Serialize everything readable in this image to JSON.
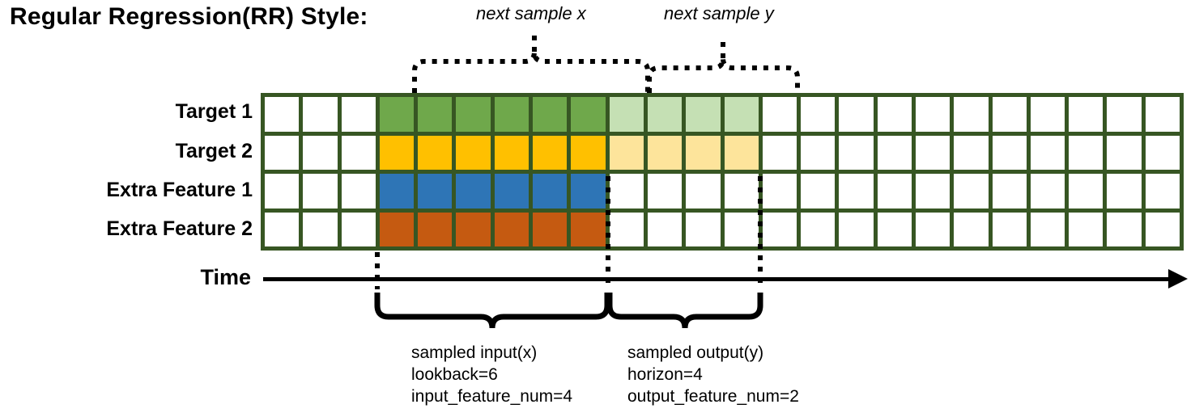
{
  "title": "Regular Regression(RR) Style:",
  "colors": {
    "grid_border": "#375623",
    "target1": "#6FA84B",
    "target1_light": "#C5E0B4",
    "target2": "#FFC000",
    "target2_light": "#FDE49B",
    "extra_feature1": "#2E75B6",
    "extra_feature2": "#C55A11",
    "empty": "#FFFFFF",
    "line": "#000000"
  },
  "grid": {
    "columns": 24,
    "rows": 4,
    "row_labels": [
      "Target 1",
      "Target 2",
      "Extra Feature 1",
      "Extra Feature 2"
    ],
    "input_start_col": 4,
    "input_end_col": 9,
    "output_start_col": 10,
    "output_end_col": 13,
    "cell_fills": [
      [
        "#FFFFFF",
        "#FFFFFF",
        "#FFFFFF",
        "#6FA84B",
        "#6FA84B",
        "#6FA84B",
        "#6FA84B",
        "#6FA84B",
        "#6FA84B",
        "#C5E0B4",
        "#C5E0B4",
        "#C5E0B4",
        "#C5E0B4",
        "#FFFFFF",
        "#FFFFFF",
        "#FFFFFF",
        "#FFFFFF",
        "#FFFFFF",
        "#FFFFFF",
        "#FFFFFF",
        "#FFFFFF",
        "#FFFFFF",
        "#FFFFFF",
        "#FFFFFF"
      ],
      [
        "#FFFFFF",
        "#FFFFFF",
        "#FFFFFF",
        "#FFC000",
        "#FFC000",
        "#FFC000",
        "#FFC000",
        "#FFC000",
        "#FFC000",
        "#FDE49B",
        "#FDE49B",
        "#FDE49B",
        "#FDE49B",
        "#FFFFFF",
        "#FFFFFF",
        "#FFFFFF",
        "#FFFFFF",
        "#FFFFFF",
        "#FFFFFF",
        "#FFFFFF",
        "#FFFFFF",
        "#FFFFFF",
        "#FFFFFF",
        "#FFFFFF"
      ],
      [
        "#FFFFFF",
        "#FFFFFF",
        "#FFFFFF",
        "#2E75B6",
        "#2E75B6",
        "#2E75B6",
        "#2E75B6",
        "#2E75B6",
        "#2E75B6",
        "#FFFFFF",
        "#FFFFFF",
        "#FFFFFF",
        "#FFFFFF",
        "#FFFFFF",
        "#FFFFFF",
        "#FFFFFF",
        "#FFFFFF",
        "#FFFFFF",
        "#FFFFFF",
        "#FFFFFF",
        "#FFFFFF",
        "#FFFFFF",
        "#FFFFFF",
        "#FFFFFF"
      ],
      [
        "#FFFFFF",
        "#FFFFFF",
        "#FFFFFF",
        "#C55A11",
        "#C55A11",
        "#C55A11",
        "#C55A11",
        "#C55A11",
        "#C55A11",
        "#FFFFFF",
        "#FFFFFF",
        "#FFFFFF",
        "#FFFFFF",
        "#FFFFFF",
        "#FFFFFF",
        "#FFFFFF",
        "#FFFFFF",
        "#FFFFFF",
        "#FFFFFF",
        "#FFFFFF",
        "#FFFFFF",
        "#FFFFFF",
        "#FFFFFF",
        "#FFFFFF"
      ]
    ]
  },
  "axis": {
    "label": "Time"
  },
  "top_annotations": [
    {
      "text": "next sample x"
    },
    {
      "text": "next sample y"
    }
  ],
  "bottom_captions": [
    {
      "line1": "sampled input(x)",
      "line2": "lookback=6",
      "line3": "input_feature_num=4"
    },
    {
      "line1": "sampled output(y)",
      "line2": "horizon=4",
      "line3": "output_feature_num=2"
    }
  ]
}
